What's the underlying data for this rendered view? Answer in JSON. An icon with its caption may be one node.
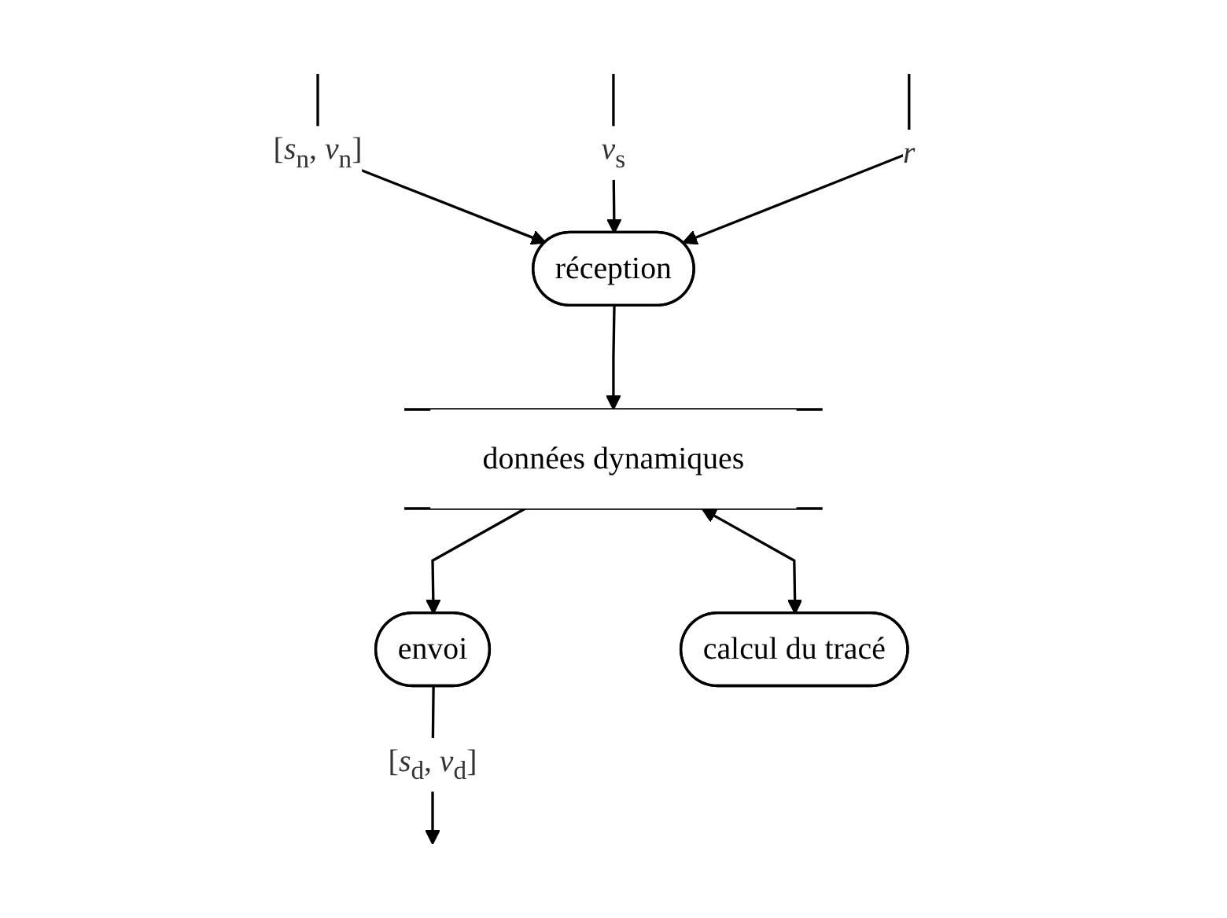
{
  "diagram": {
    "nodes": [
      {
        "text": [
          "réception"
        ]
      },
      {
        "text": [
          "envoi"
        ]
      },
      {
        "text": [
          "données dynamiques"
        ]
      },
      {
        "text": [
          "calcul du tracé"
        ]
      }
    ],
    "edges": [
      {
        "from": null,
        "to": 0,
        "arrow": "to",
        "label": "[*s*$_{n}$, *v*$_{n}$]"
      },
      {
        "from": null,
        "to": 0,
        "arrow": "to",
        "label": "*v*$_{s}$"
      },
      {
        "from": null,
        "to": 0,
        "arrow": "to",
        "label": "*r*"
      },
      {
        "from": 1,
        "to": null,
        "arrow": "to",
        "label": "[*s*$_{d}$, *v*$_{d}$]"
      },
      {
        "from": 0,
        "to": 2,
        "arrow": "to"
      },
      {
        "from": 2,
        "to": 1,
        "arrow": "to"
      },
      {
        "from": 2,
        "to": 3,
        "arrow": "both"
      }
    ]
  }
}
